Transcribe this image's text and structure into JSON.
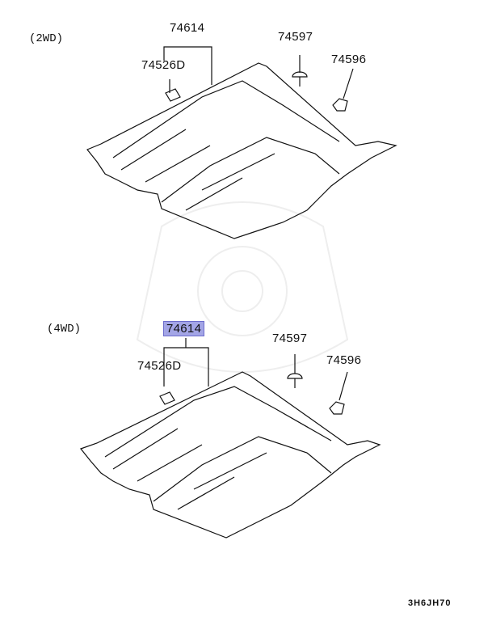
{
  "sections": [
    {
      "title": "(2WD)",
      "parts": {
        "carpet": "74614",
        "clip_a": "74526D",
        "fastener_a": "74597",
        "fastener_b": "74596"
      }
    },
    {
      "title": "(4WD)",
      "parts": {
        "carpet": "74614",
        "clip_a": "74526D",
        "fastener_a": "74597",
        "fastener_b": "74596"
      },
      "highlighted": "74614"
    }
  ],
  "diagram_code": "3H6JH70",
  "colors": {
    "highlight": "#a3a5e6",
    "highlight_border": "#6c6ccc"
  }
}
